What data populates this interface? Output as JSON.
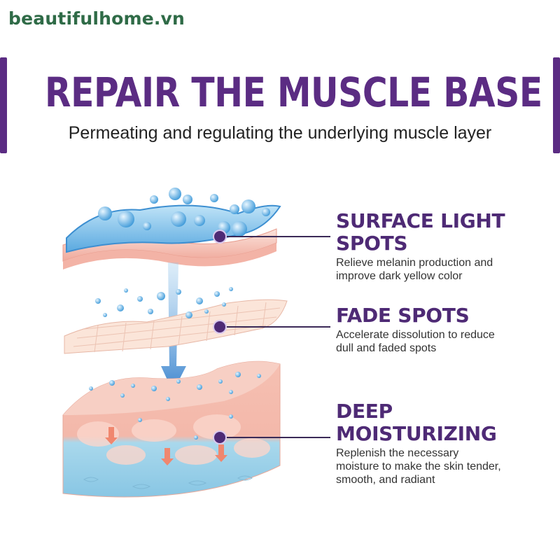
{
  "watermark": "beautifulhome.vn",
  "header": {
    "title": "REPAIR THE MUSCLE BASE",
    "subtitle": "Permeating and regulating the underlying muscle layer"
  },
  "callouts": [
    {
      "title_line1": "SURFACE LIGHT",
      "title_line2": "SPOTS",
      "desc_line1": "Relieve melanin production and",
      "desc_line2": "improve dark yellow color",
      "desc_line3": ""
    },
    {
      "title_line1": "FADE SPOTS",
      "title_line2": "",
      "desc_line1": "Accelerate dissolution to reduce",
      "desc_line2": "dull and faded spots",
      "desc_line3": ""
    },
    {
      "title_line1": "DEEP",
      "title_line2": "MOISTURIZING",
      "desc_line1": "Replenish the necessary",
      "desc_line2": "moisture to make the skin tender,",
      "desc_line3": "smooth, and radiant"
    }
  ],
  "colors": {
    "brand": "#5b2c83",
    "water": "#6fb8e6",
    "skin": "#f4c1b6",
    "bubble": "#4aa3e0"
  }
}
